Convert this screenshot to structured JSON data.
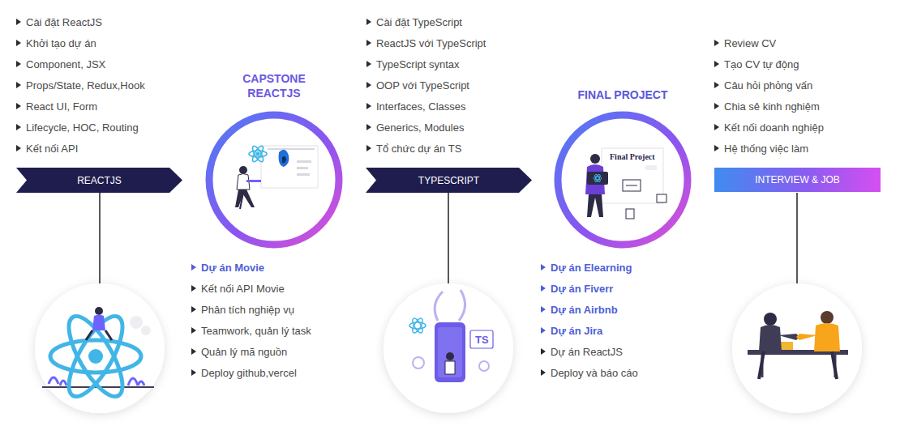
{
  "diagram": {
    "nodes": [
      {
        "text": [
          "REACTJS"
        ]
      },
      {
        "text": [
          "CAPSTONE REACTJS"
        ]
      },
      {
        "text": [
          "TYPESCRIPT"
        ]
      },
      {
        "text": [
          "FINAL PROJECT"
        ]
      },
      {
        "text": [
          "INTERVIEW & JOB"
        ]
      }
    ],
    "labels": [
      "Cài đặt ReactJS",
      "Khởi tạo dự án",
      "Component, JSX",
      "Props/State, Redux,Hook",
      "React UI, Form",
      "Lifecycle, HOC, Routing",
      "Kết nối API",
      "Dự án Movie",
      "Kết nối API Movie",
      "Phân tích nghiệp vụ",
      "Teamwork, quản lý task",
      "Quản lý mã nguồn",
      "Deploy github,vercel",
      "Cài đặt TypeScript",
      "ReactJS với TypeScript",
      "TypeScript syntax",
      "OOP với TypeScript",
      "Interfaces, Classes",
      "Generics, Modules",
      "Tổ chức dự án TS",
      "Dự án Elearning",
      "Dự án Fiverr",
      "Dự án Airbnb",
      "Dự án Jira",
      "Dự án ReactJS",
      "Deploy và báo cáo",
      "Review CV",
      "Tạo CV tự động",
      "Câu hỏi phỏng vấn",
      "Chia sẻ kinh nghiệm",
      "Kết nối doanh nghiệp",
      "Hệ thống việc làm",
      "Final Project",
      "TS"
    ]
  }
}
